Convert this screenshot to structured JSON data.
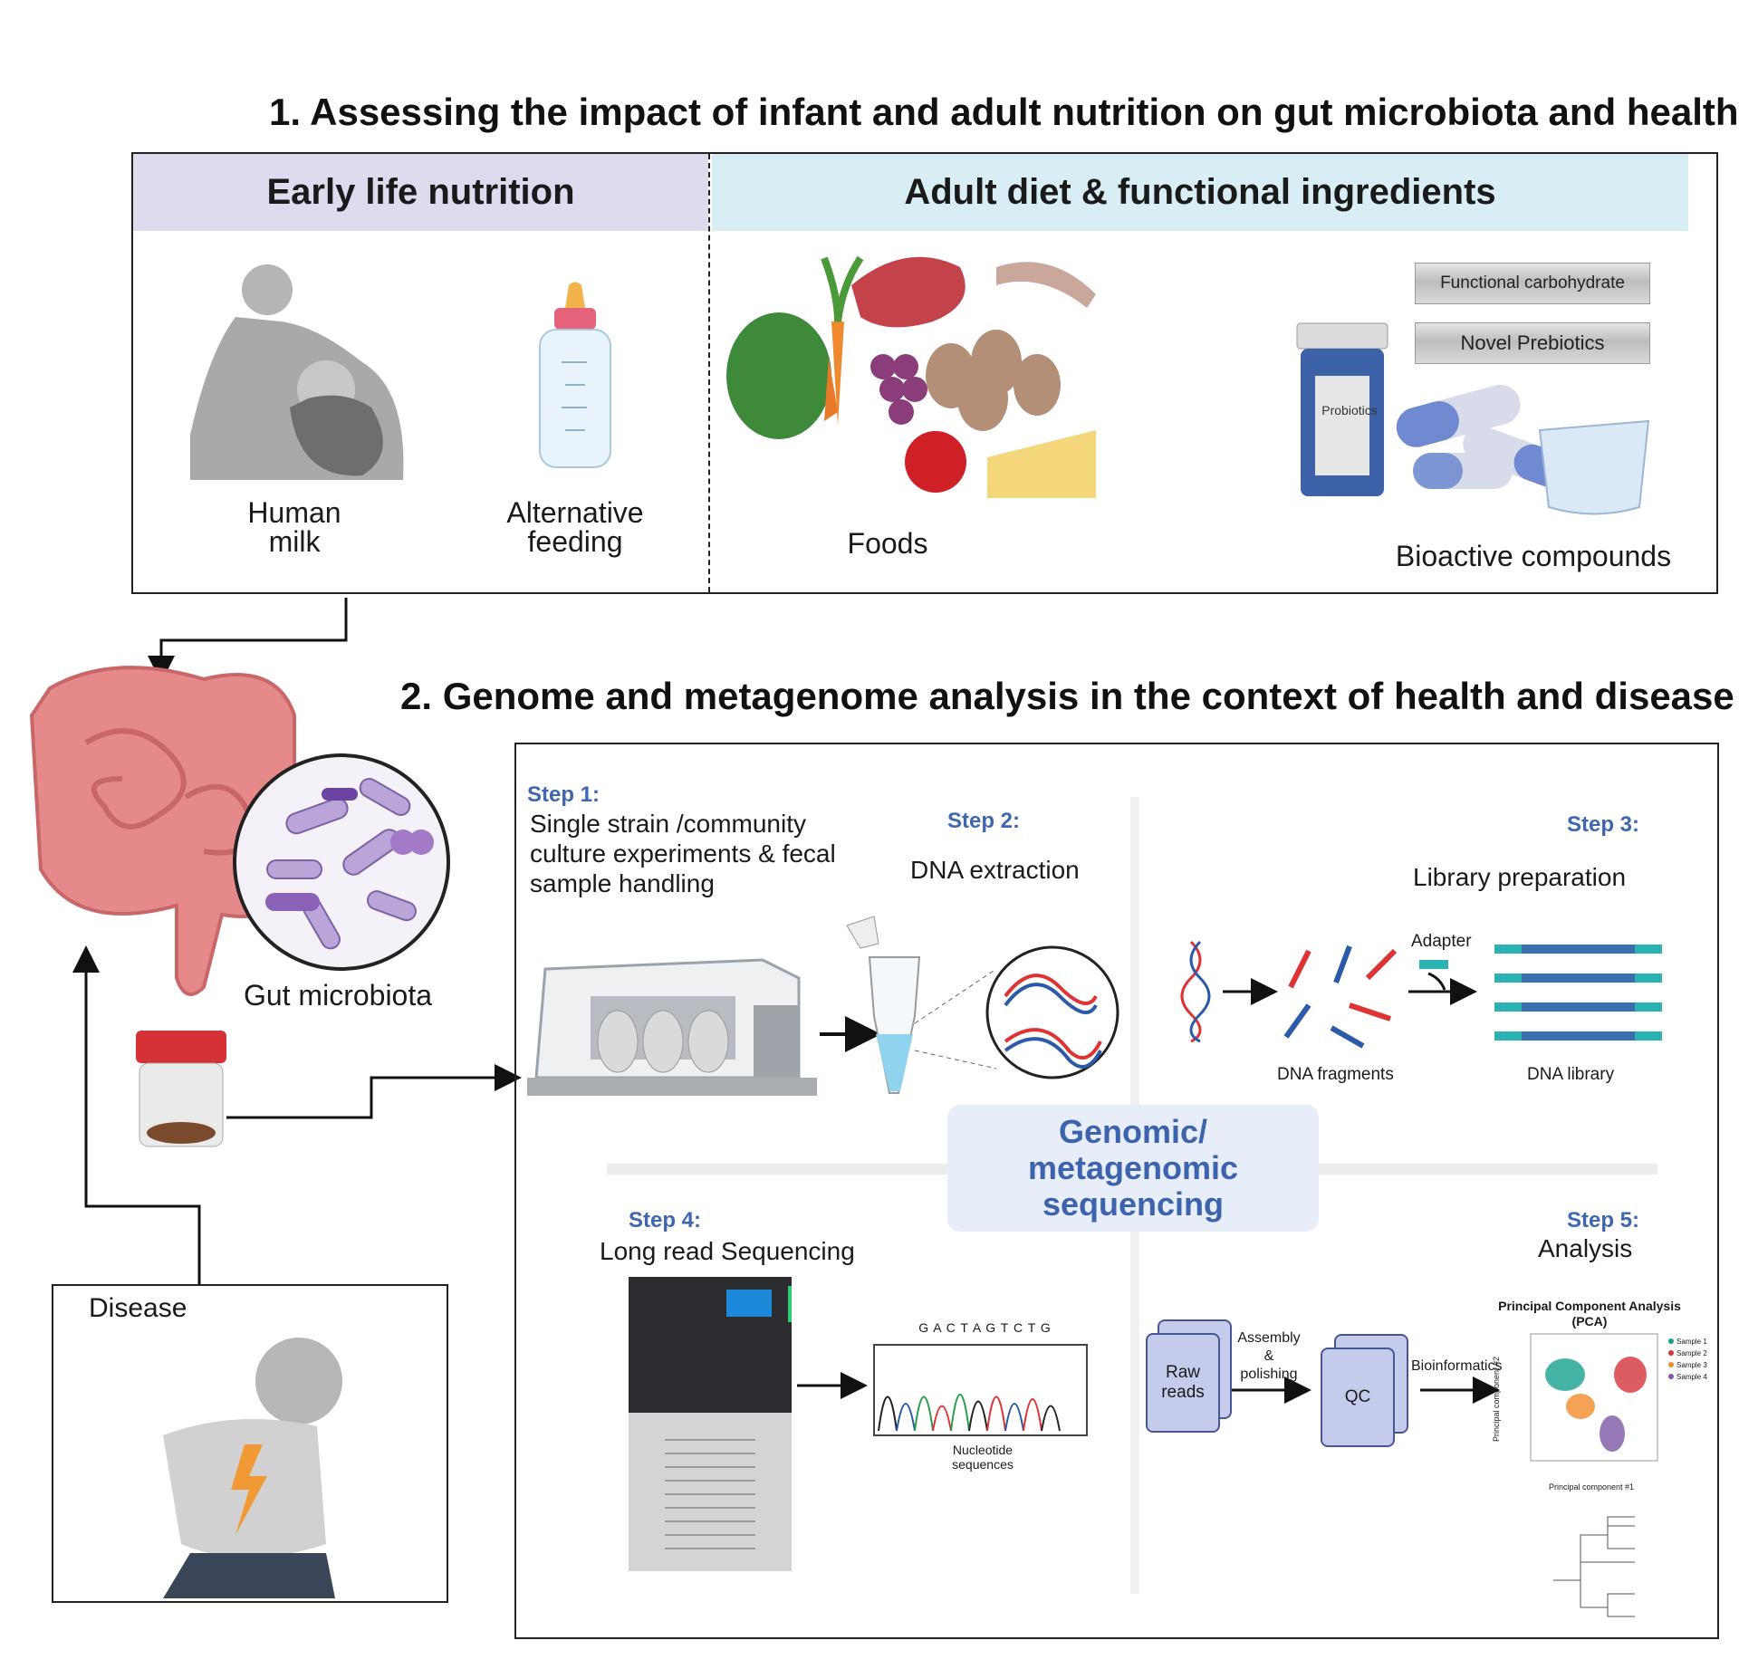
{
  "section1": {
    "title": "1.  Assessing the impact of infant and adult nutrition on gut microbiota and health",
    "left_header": "Early life nutrition",
    "right_header": "Adult diet & functional ingredients",
    "human_milk": "Human\nmilk",
    "alternative_feeding": "Alternative\nfeeding",
    "foods": "Foods",
    "bioactive": "Bioactive compounds",
    "sachet1": "Functional carbohydrate",
    "sachet2": "Novel Prebiotics",
    "probiotics": "Probiotics"
  },
  "section2": {
    "title": "2. Genome and metagenome analysis in the context of health and disease",
    "gut_microbiota": "Gut microbiota",
    "disease": "Disease",
    "center": "Genomic/\nmetagenomic\nsequencing",
    "step1": {
      "step": "Step 1:",
      "text": "Single strain /community\nculture experiments & fecal\nsample handling"
    },
    "step2": {
      "step": "Step 2:",
      "text": "DNA extraction"
    },
    "step3": {
      "step": "Step 3:",
      "text": "Library preparation",
      "adapter": "Adapter",
      "fragments": "DNA fragments",
      "library": "DNA library"
    },
    "step4": {
      "step": "Step 4:",
      "text": "Long read Sequencing",
      "bases": "G  A  C  T  A  G  T  C  T  G",
      "nucleotide": "Nucleotide\nsequences"
    },
    "step5": {
      "step": "Step 5:",
      "text": "Analysis",
      "raw": "Raw\nreads",
      "assembly": "Assembly\n&\npolishing",
      "qc": "QC",
      "bioinf": "Bioinformatics",
      "pca_title": "Principal Component Analysis\n(PCA)",
      "pc1": "Principal component #1",
      "pc2": "Principal component #2",
      "legend": [
        "Sample 1",
        "Sample 2",
        "Sample 3",
        "Sample 4"
      ]
    }
  },
  "colors": {
    "step": "#3f67b0",
    "left_header_bg": "#dedbee",
    "right_header_bg": "#d9eef4",
    "center_bg": "#e8eef9"
  }
}
